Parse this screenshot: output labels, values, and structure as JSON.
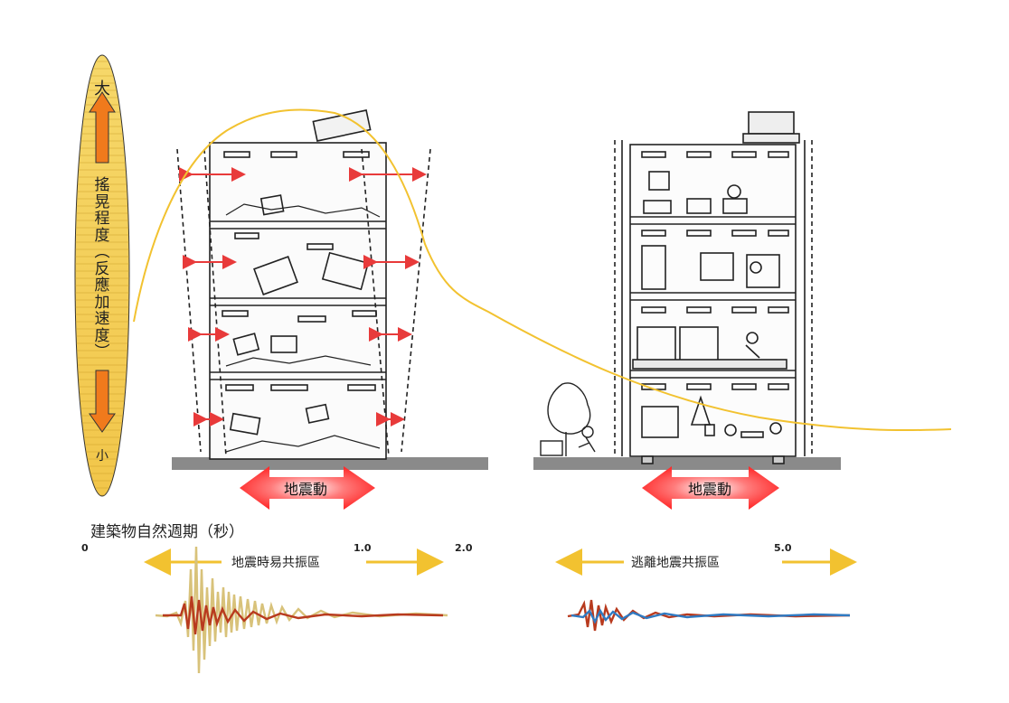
{
  "scale": {
    "top_label": "大",
    "bottom_label": "小",
    "vertical_label_chars": [
      "搖",
      "晃",
      "程",
      "度",
      "︵",
      "反",
      "應",
      "加",
      "速",
      "度",
      "︶"
    ]
  },
  "ground_motion_label_left": "地震動",
  "ground_motion_label_right": "地震動",
  "period_axis": {
    "title": "建築物自然週期（秒）",
    "tick_0": "0",
    "tick_1": "1.0",
    "tick_2": "2.0",
    "tick_5": "5.0"
  },
  "zones": {
    "resonance": "地震時易共振區",
    "escape": "逃離地震共振區"
  },
  "colors": {
    "curve": "#f2c230",
    "red_arrow": "#e83a3a",
    "ground_arrow": "#ff2020",
    "scale_fill": "#f2cf52",
    "orange_arrow": "#f07a1c"
  }
}
